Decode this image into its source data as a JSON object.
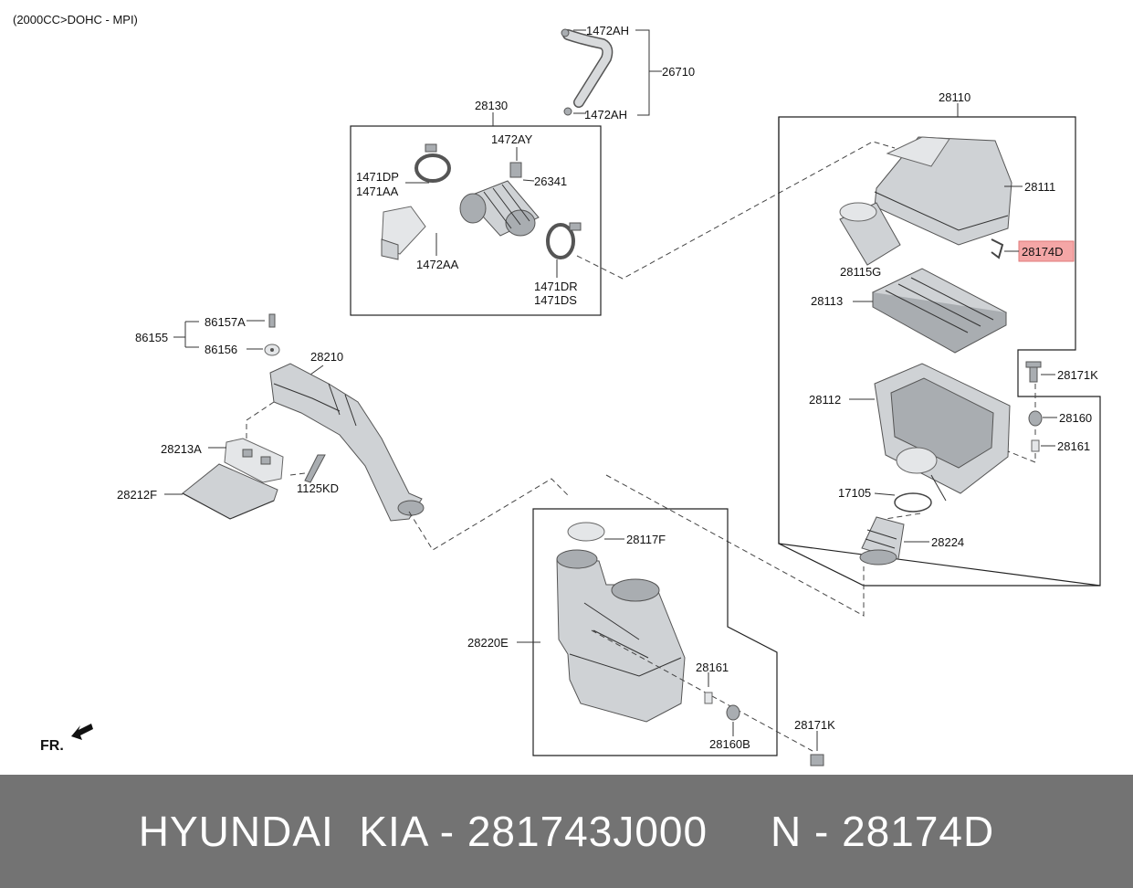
{
  "header": {
    "engine_note": "(2000CC>DOHC - MPI)"
  },
  "direction_label": "FR.",
  "highlight": {
    "color": "#f4a6a6",
    "part": "28174D"
  },
  "labels": {
    "l_1472AH_top": "1472AH",
    "l_26710": "26710",
    "l_1472AH_bot": "1472AH",
    "l_28130": "28130",
    "l_1472AY": "1472AY",
    "l_26341": "26341",
    "l_1471DP": "1471DP",
    "l_1471AA": "1471AA",
    "l_1472AA": "1472AA",
    "l_1471DR": "1471DR",
    "l_1471DS": "1471DS",
    "l_28110": "28110",
    "l_28111": "28111",
    "l_28174D": "28174D",
    "l_28115G": "28115G",
    "l_28113": "28113",
    "l_28171K_r": "28171K",
    "l_28112": "28112",
    "l_28160": "28160",
    "l_28161_r": "28161",
    "l_17105": "17105",
    "l_28224": "28224",
    "l_86157A": "86157A",
    "l_86155": "86155",
    "l_86156": "86156",
    "l_28210": "28210",
    "l_28213A": "28213A",
    "l_1125KD": "1125KD",
    "l_28212F": "28212F",
    "l_28117F": "28117F",
    "l_28220E": "28220E",
    "l_28161_b": "28161",
    "l_28160B": "28160B",
    "l_28171K_b": "28171K"
  },
  "banner": {
    "text": "HYUNDAI  KIA - 281743J000     N - 28174D",
    "background": "#737373",
    "color": "#ffffff"
  }
}
